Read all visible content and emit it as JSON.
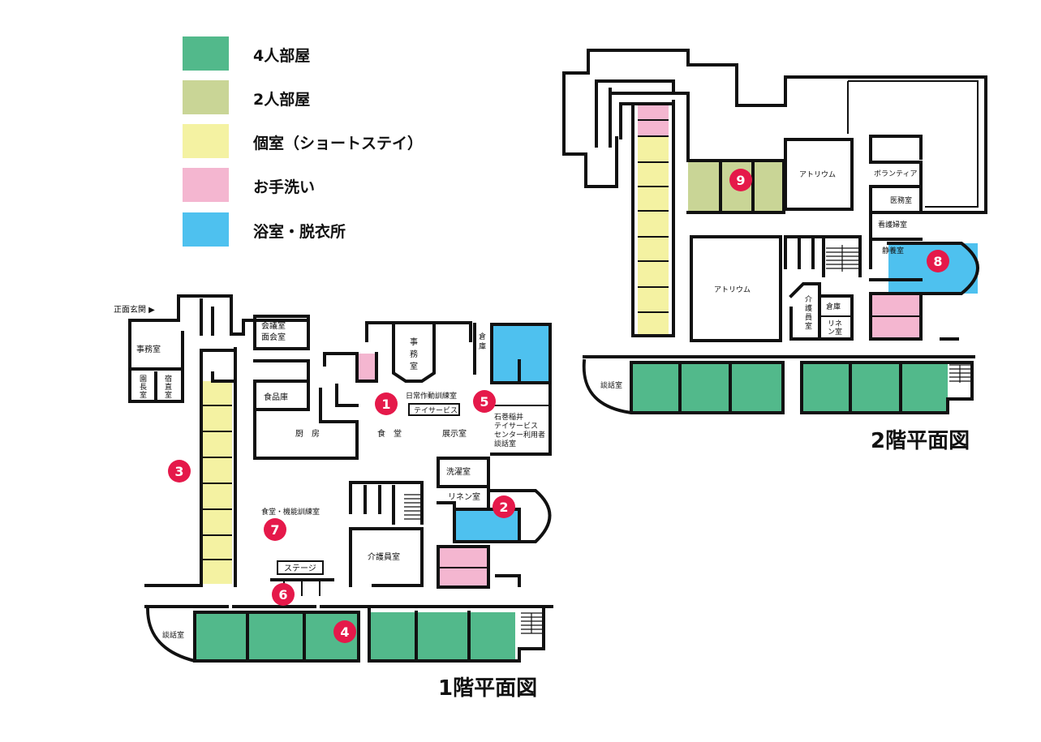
{
  "legend": [
    {
      "label": "4人部屋",
      "color": "#52b98b"
    },
    {
      "label": "2人部屋",
      "color": "#c9d596"
    },
    {
      "label": "個室（ショートステイ）",
      "color": "#f4f2a2"
    },
    {
      "label": "お手洗い",
      "color": "#f4b6d0"
    },
    {
      "label": "浴室・脱衣所",
      "color": "#4ec1ef"
    }
  ],
  "marker_color": "#e5194a",
  "floor1": {
    "title": "1階平面図",
    "entrance": "正面玄関 ▶",
    "rooms": {
      "office": "事務室",
      "director": [
        "園",
        "長",
        "室"
      ],
      "night_duty": [
        "宿",
        "直",
        "室"
      ],
      "meeting": "会議室",
      "visit": "面会室",
      "food_storage": "食品庫",
      "kitchen": "厨　房",
      "dining": "食　堂",
      "office_v": [
        "事",
        "務",
        "室"
      ],
      "storage_v": [
        "倉",
        "庫"
      ],
      "training": "日常作動訓練室",
      "day_service": "テイサービス",
      "exhibit": "展示室",
      "center": [
        "石巻稲井",
        "テイサービス",
        "センター利用者",
        "談話室"
      ],
      "laundry": "洗濯室",
      "linen": "リネン室",
      "dining_func": "食堂・機能訓練室",
      "care_staff": "介護員室",
      "stage": "ステージ",
      "lounge": "談話室"
    },
    "markers": [
      "1",
      "2",
      "3",
      "4",
      "5",
      "6",
      "7"
    ]
  },
  "floor2": {
    "title": "2階平面図",
    "rooms": {
      "atrium_a": "アトリウム",
      "atrium_b": "アトリウム",
      "volunteer": "ボランティア",
      "medical": "医務室",
      "nurse": "看護婦室",
      "rest": "静養室",
      "care_staff": [
        "介",
        "護",
        "員",
        "室"
      ],
      "storage": "倉庫",
      "linen": [
        "リネ",
        "ン室"
      ],
      "lounge": "談話室"
    },
    "markers": [
      "8",
      "9"
    ]
  }
}
